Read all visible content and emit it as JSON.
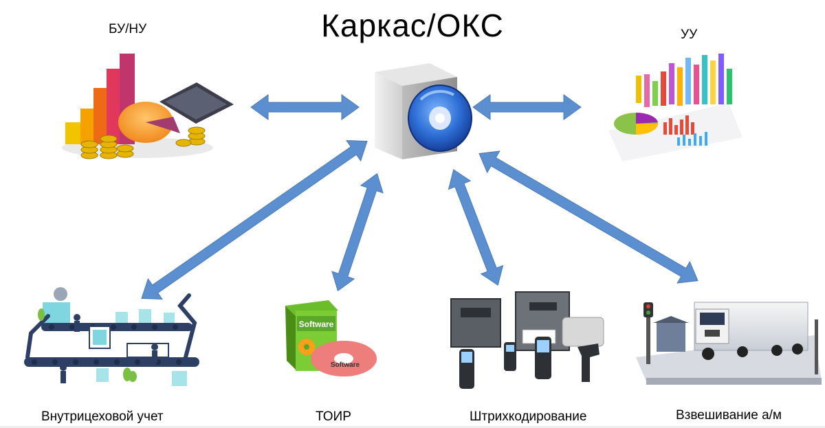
{
  "title": "Каркас/ОКС",
  "nodes": {
    "bu_nu": "БУ/НУ",
    "uu": "УУ",
    "workshop": "Внутрицеховой учет",
    "toir": "ТОИР",
    "barcode": "Штрихкодирование",
    "weighing": "Взвешивание а/м"
  },
  "software_label": "Software",
  "colors": {
    "arrow": "#5b8fd0",
    "arrow_stroke": "#4a7ab8"
  }
}
